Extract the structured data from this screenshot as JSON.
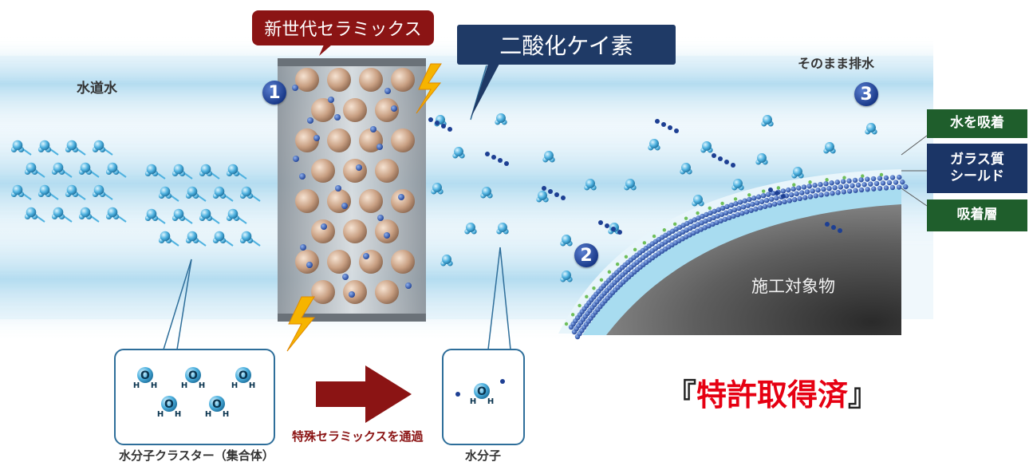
{
  "labels": {
    "new_ceramics": "新世代セラミックス",
    "silicon_dioxide": "二酸化ケイ素",
    "tap_water": "水道水",
    "drain_as_is": "そのまま排水",
    "target_object": "施工対象物",
    "cluster_caption": "水分子クラスター（集合体）",
    "pass_ceramics": "特殊セラミックスを通過",
    "molecule_caption": "水分子"
  },
  "steps": [
    "1",
    "2",
    "3"
  ],
  "layer_tags": [
    {
      "text": "水を吸着",
      "color": "#1f5e2c"
    },
    {
      "text": "ガラス質\nシールド",
      "color": "#1b3566"
    },
    {
      "text": "吸着層",
      "color": "#1f5e2c"
    }
  ],
  "molecule_atoms": {
    "oxygen": "O",
    "hydrogen": "H"
  },
  "patent": {
    "open": "『",
    "text": "特許取得済",
    "close": "』"
  },
  "colors": {
    "flow_blue": "#6fb7dd",
    "ceramic_bead": "#c9a083",
    "arrow_red": "#8b1414",
    "navy": "#1f3a66",
    "green": "#1f5e2c",
    "patent_red": "#e60012"
  }
}
